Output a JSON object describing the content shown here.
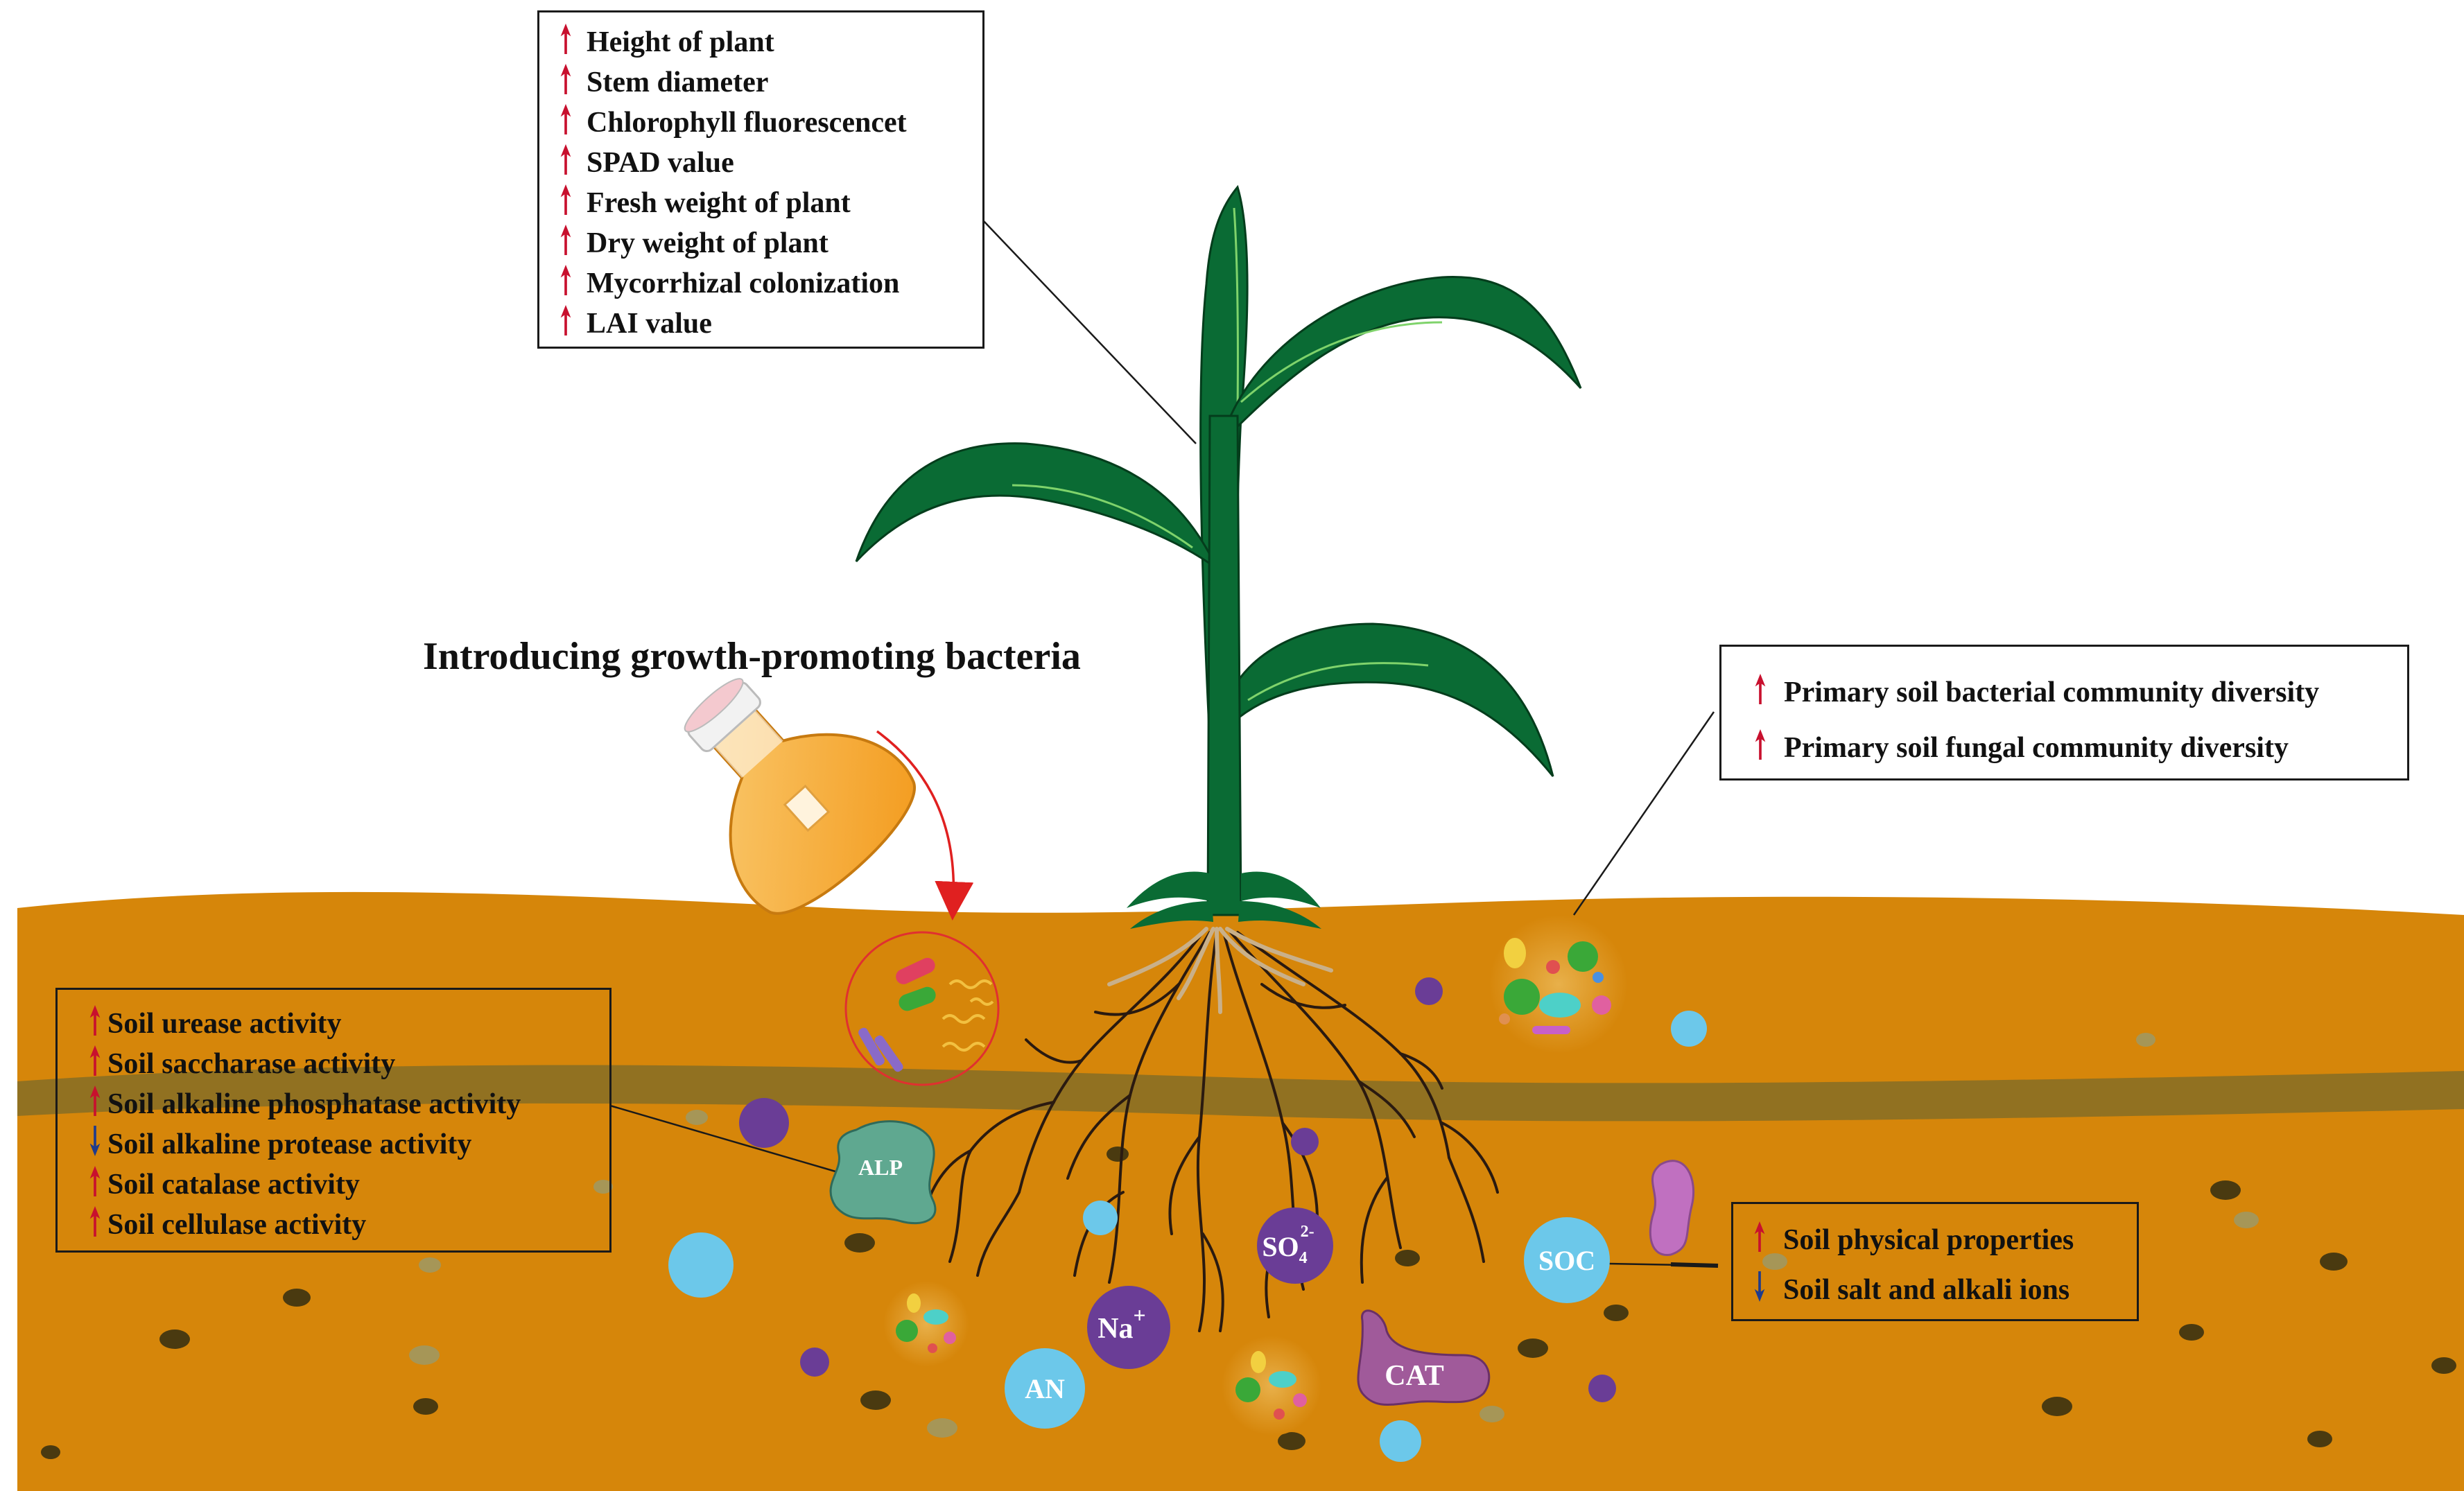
{
  "title": "Introducing growth-promoting bacteria",
  "plant_traits": {
    "items": [
      {
        "label": "Height of  plant",
        "direction": "up"
      },
      {
        "label": "Stem diameter",
        "direction": "up"
      },
      {
        "label": "Chlorophyll fluorescencet",
        "direction": "up"
      },
      {
        "label": "SPAD value",
        "direction": "up"
      },
      {
        "label": "Fresh weight of plant",
        "direction": "up"
      },
      {
        "label": "Dry weight of plant",
        "direction": "up"
      },
      {
        "label": "Mycorrhizal colonization",
        "direction": "up"
      },
      {
        "label": "LAI value",
        "direction": "up"
      }
    ]
  },
  "microbial_diversity": {
    "items": [
      {
        "label": "Primary soil bacterial community diversity",
        "direction": "up"
      },
      {
        "label": "Primary soil fungal community diversity",
        "direction": "up"
      }
    ]
  },
  "enzyme_activity": {
    "items": [
      {
        "label": "Soil urease activity",
        "direction": "up"
      },
      {
        "label": "Soil saccharase activity",
        "direction": "up"
      },
      {
        "label": "Soil alkaline phosphatase activity",
        "direction": "up"
      },
      {
        "label": "Soil alkaline protease activity",
        "direction": "down"
      },
      {
        "label": "Soil catalase activity",
        "direction": "up"
      },
      {
        "label": "Soil cellulase activity",
        "direction": "up"
      }
    ]
  },
  "soil_properties": {
    "items": [
      {
        "label": "Soil physical properties",
        "direction": "up"
      },
      {
        "label": "Soil salt and alkali ions",
        "direction": "down"
      }
    ]
  },
  "soil_labels": {
    "alp": "ALP",
    "so4": "SO",
    "so4_sub": "4",
    "so4_sup": "2-",
    "na": "Na",
    "na_sup": "+",
    "an": "AN",
    "cat": "CAT",
    "soc": "SOC"
  },
  "colors": {
    "soil": "#d6860a",
    "soil_band": "#7a6a2a",
    "leaf": "#0a6b34",
    "leaf_highlight": "#7fd36b",
    "up_arrow": "#c8102e",
    "down_arrow": "#1f3b8c",
    "ion_blue": "#6cc8ea",
    "ion_purple": "#6a3d96",
    "root": "#2a1a10"
  }
}
